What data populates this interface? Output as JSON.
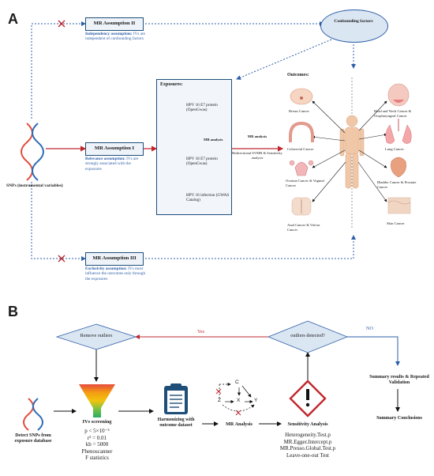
{
  "panelA": {
    "letter": "A",
    "snps_label": "SNPs (instrumental variables)",
    "assumption2": {
      "title": "MR Assumption II",
      "desc_bold": "Independency assumption:",
      "desc": "IVs are independent of confounding factors"
    },
    "assumption1": {
      "title": "MR Assumption I",
      "desc_bold": "Relevance assumption:",
      "desc": "IVs are strongly associated with the exposures"
    },
    "assumption3": {
      "title": "MR Assumption III",
      "desc_bold": "Exclusivity assumption:",
      "desc": "IVs must influence the outcomes only through the exposures"
    },
    "confounding": "Confounding factors",
    "exposures": {
      "title": "Exposures:",
      "items": [
        "HPV 16 E7 protein (OpenGwas)",
        "HPV 18 E7 protein (OpenGwas)",
        "HPV 16 infection (GWAS Catalog)"
      ],
      "mr_analysis": "MR analysis"
    },
    "mr_link": {
      "title": "MR analysis",
      "subtitle": "Bidirectional SVMR & Sensitivity analysis"
    },
    "outcomes": {
      "title": "Outcomes:",
      "items": [
        "Breast Cancer",
        "Colorectal Cancer",
        "Ovarian Cancer & Vaginal Cancer",
        "Anal Cancer & Vulvar Cancer",
        "Head and Neck Cancer & Oropharyngeal Cancer",
        "Lung Cancer",
        "Bladder Cancer & Prostate Cancer",
        "Skin Cancer"
      ]
    }
  },
  "panelB": {
    "letter": "B",
    "remove_outliers": "Remove outliers",
    "outliers_detected": "outliers detected?",
    "yes": "Yes",
    "no": "NO",
    "detect_snps": "Detect SNPs from exposure database",
    "ivs_screening": "IVs screening",
    "ivs_criteria": [
      "p < 5×10⁻⁵",
      "r² = 0.01",
      "kb = 5000",
      "Phenoscanner",
      "F statistics"
    ],
    "harmonizing": "Harmonizing with outcome dataset",
    "mr_analysis": "MR Analysis",
    "dag_nodes": [
      "C",
      "Z",
      "X",
      "Y"
    ],
    "sensitivity": "Sensitivity Analysis",
    "sensitivity_tests": [
      "Heterogeneity.Test.p",
      "MR.Egger.Intercept.p",
      "MR.Presso.Global.Test.p",
      "Leave-one-out Test"
    ],
    "summary_results": "Summary results & Repeated Validation",
    "summary_conclusions": "Summary Conclusions"
  }
}
